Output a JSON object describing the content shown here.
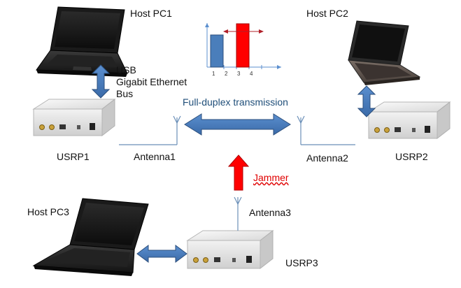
{
  "labels": {
    "host_pc1": "Host PC1",
    "host_pc2": "Host PC2",
    "host_pc3": "Host PC3",
    "usb_bus": "USB\nGigabit Ethernet\nBus",
    "full_duplex": "Full-duplex transmission",
    "usrp1": "USRP1",
    "usrp2": "USRP2",
    "usrp3": "USRP3",
    "antenna1": "Antenna1",
    "antenna2": "Antenna2",
    "antenna3": "Antenna3",
    "jammer": "Jammer"
  },
  "spectrum": {
    "ticks": [
      "1",
      "2",
      "3",
      "4"
    ]
  },
  "colors": {
    "arrow_fill": "#4a7ebb",
    "arrow_stroke": "#2c4f7c",
    "jammer": "#ff0000",
    "signal_bar": "#4a7ebb",
    "label_blue": "#1f4e79"
  }
}
